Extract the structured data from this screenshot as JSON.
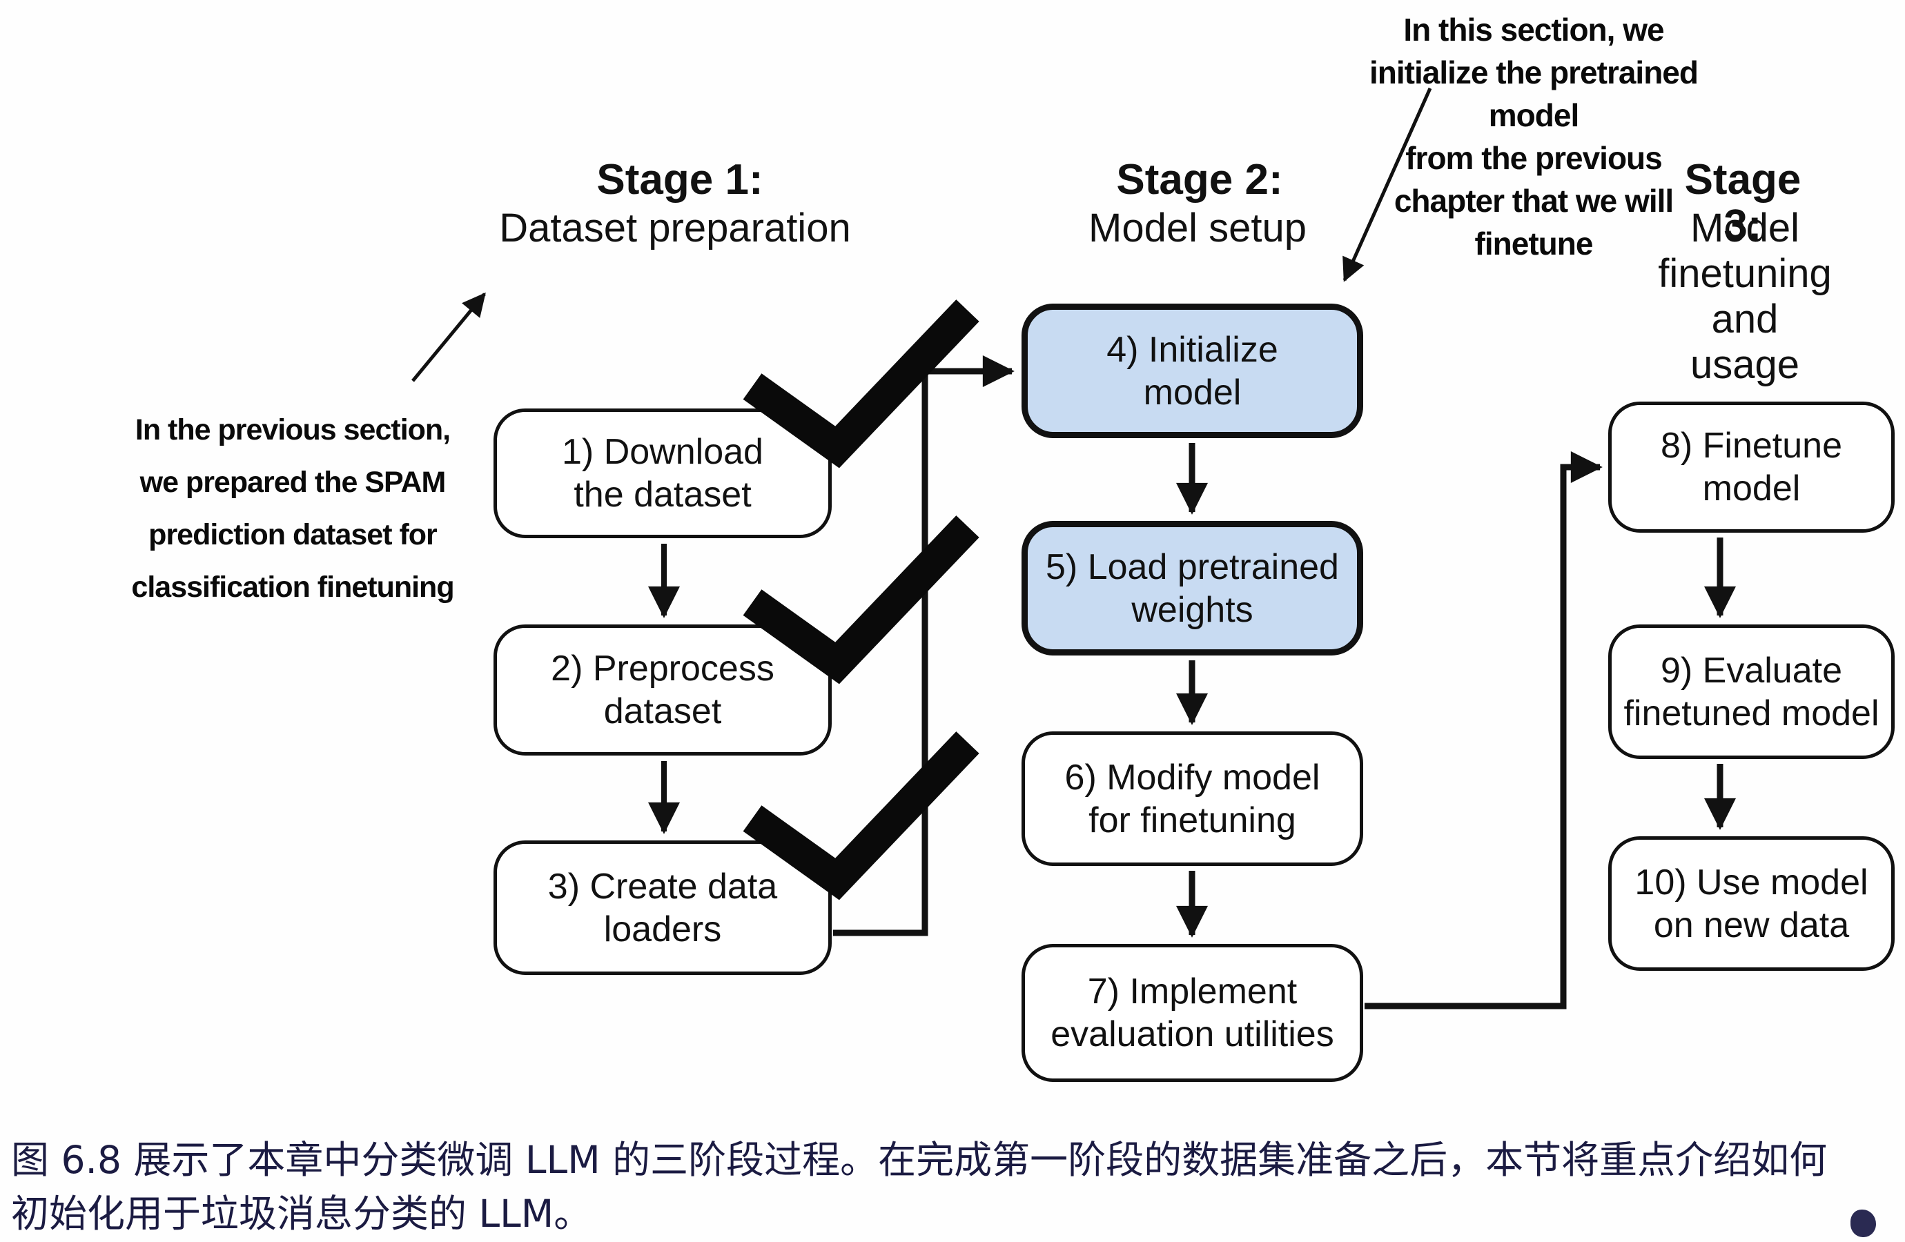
{
  "figure": {
    "type": "flow-diagram",
    "topic": "Three-stage process of classification finetuning an LLM"
  },
  "colors": {
    "background": "#fefefe",
    "box_fill": "#ffffff",
    "box_fill_highlight": "#c8dbf2",
    "box_border": "#111111",
    "arrow": "#111111",
    "caption_text": "#1b1b42"
  },
  "annotations": {
    "top": "In this section, we initialize the pretrained model\nfrom the previous chapter that we will finetune",
    "left": "In the previous section,\nwe prepared the SPAM\nprediction dataset for\nclassification finetuning"
  },
  "stages": [
    {
      "title": "Stage 1:",
      "subtitle": "Dataset preparation",
      "boxes": [
        {
          "label": "1) Download\nthe dataset",
          "checked": true,
          "highlighted": false
        },
        {
          "label": "2) Preprocess\ndataset",
          "checked": true,
          "highlighted": false
        },
        {
          "label": "3) Create data\nloaders",
          "checked": true,
          "highlighted": false
        }
      ]
    },
    {
      "title": "Stage 2:",
      "subtitle": "Model setup",
      "boxes": [
        {
          "label": "4) Initialize\nmodel",
          "checked": false,
          "highlighted": true
        },
        {
          "label": "5) Load pretrained\nweights",
          "checked": false,
          "highlighted": true
        },
        {
          "label": "6) Modify model\nfor finetuning",
          "checked": false,
          "highlighted": false
        },
        {
          "label": "7) Implement\nevaluation utilities",
          "checked": false,
          "highlighted": false
        }
      ]
    },
    {
      "title": "Stage 3:",
      "subtitle": "Model finetuning\nand usage",
      "boxes": [
        {
          "label": "8) Finetune model",
          "checked": false,
          "highlighted": false
        },
        {
          "label": "9) Evaluate\nfinetuned model",
          "checked": false,
          "highlighted": false
        },
        {
          "label": "10) Use model\non new data",
          "checked": false,
          "highlighted": false
        }
      ]
    }
  ],
  "caption": "图 6.8 展示了本章中分类微调 LLM 的三阶段过程。在完成第一阶段的数据集准备之后，本节将重点介绍如何\n初始化用于垃圾消息分类的 LLM。"
}
